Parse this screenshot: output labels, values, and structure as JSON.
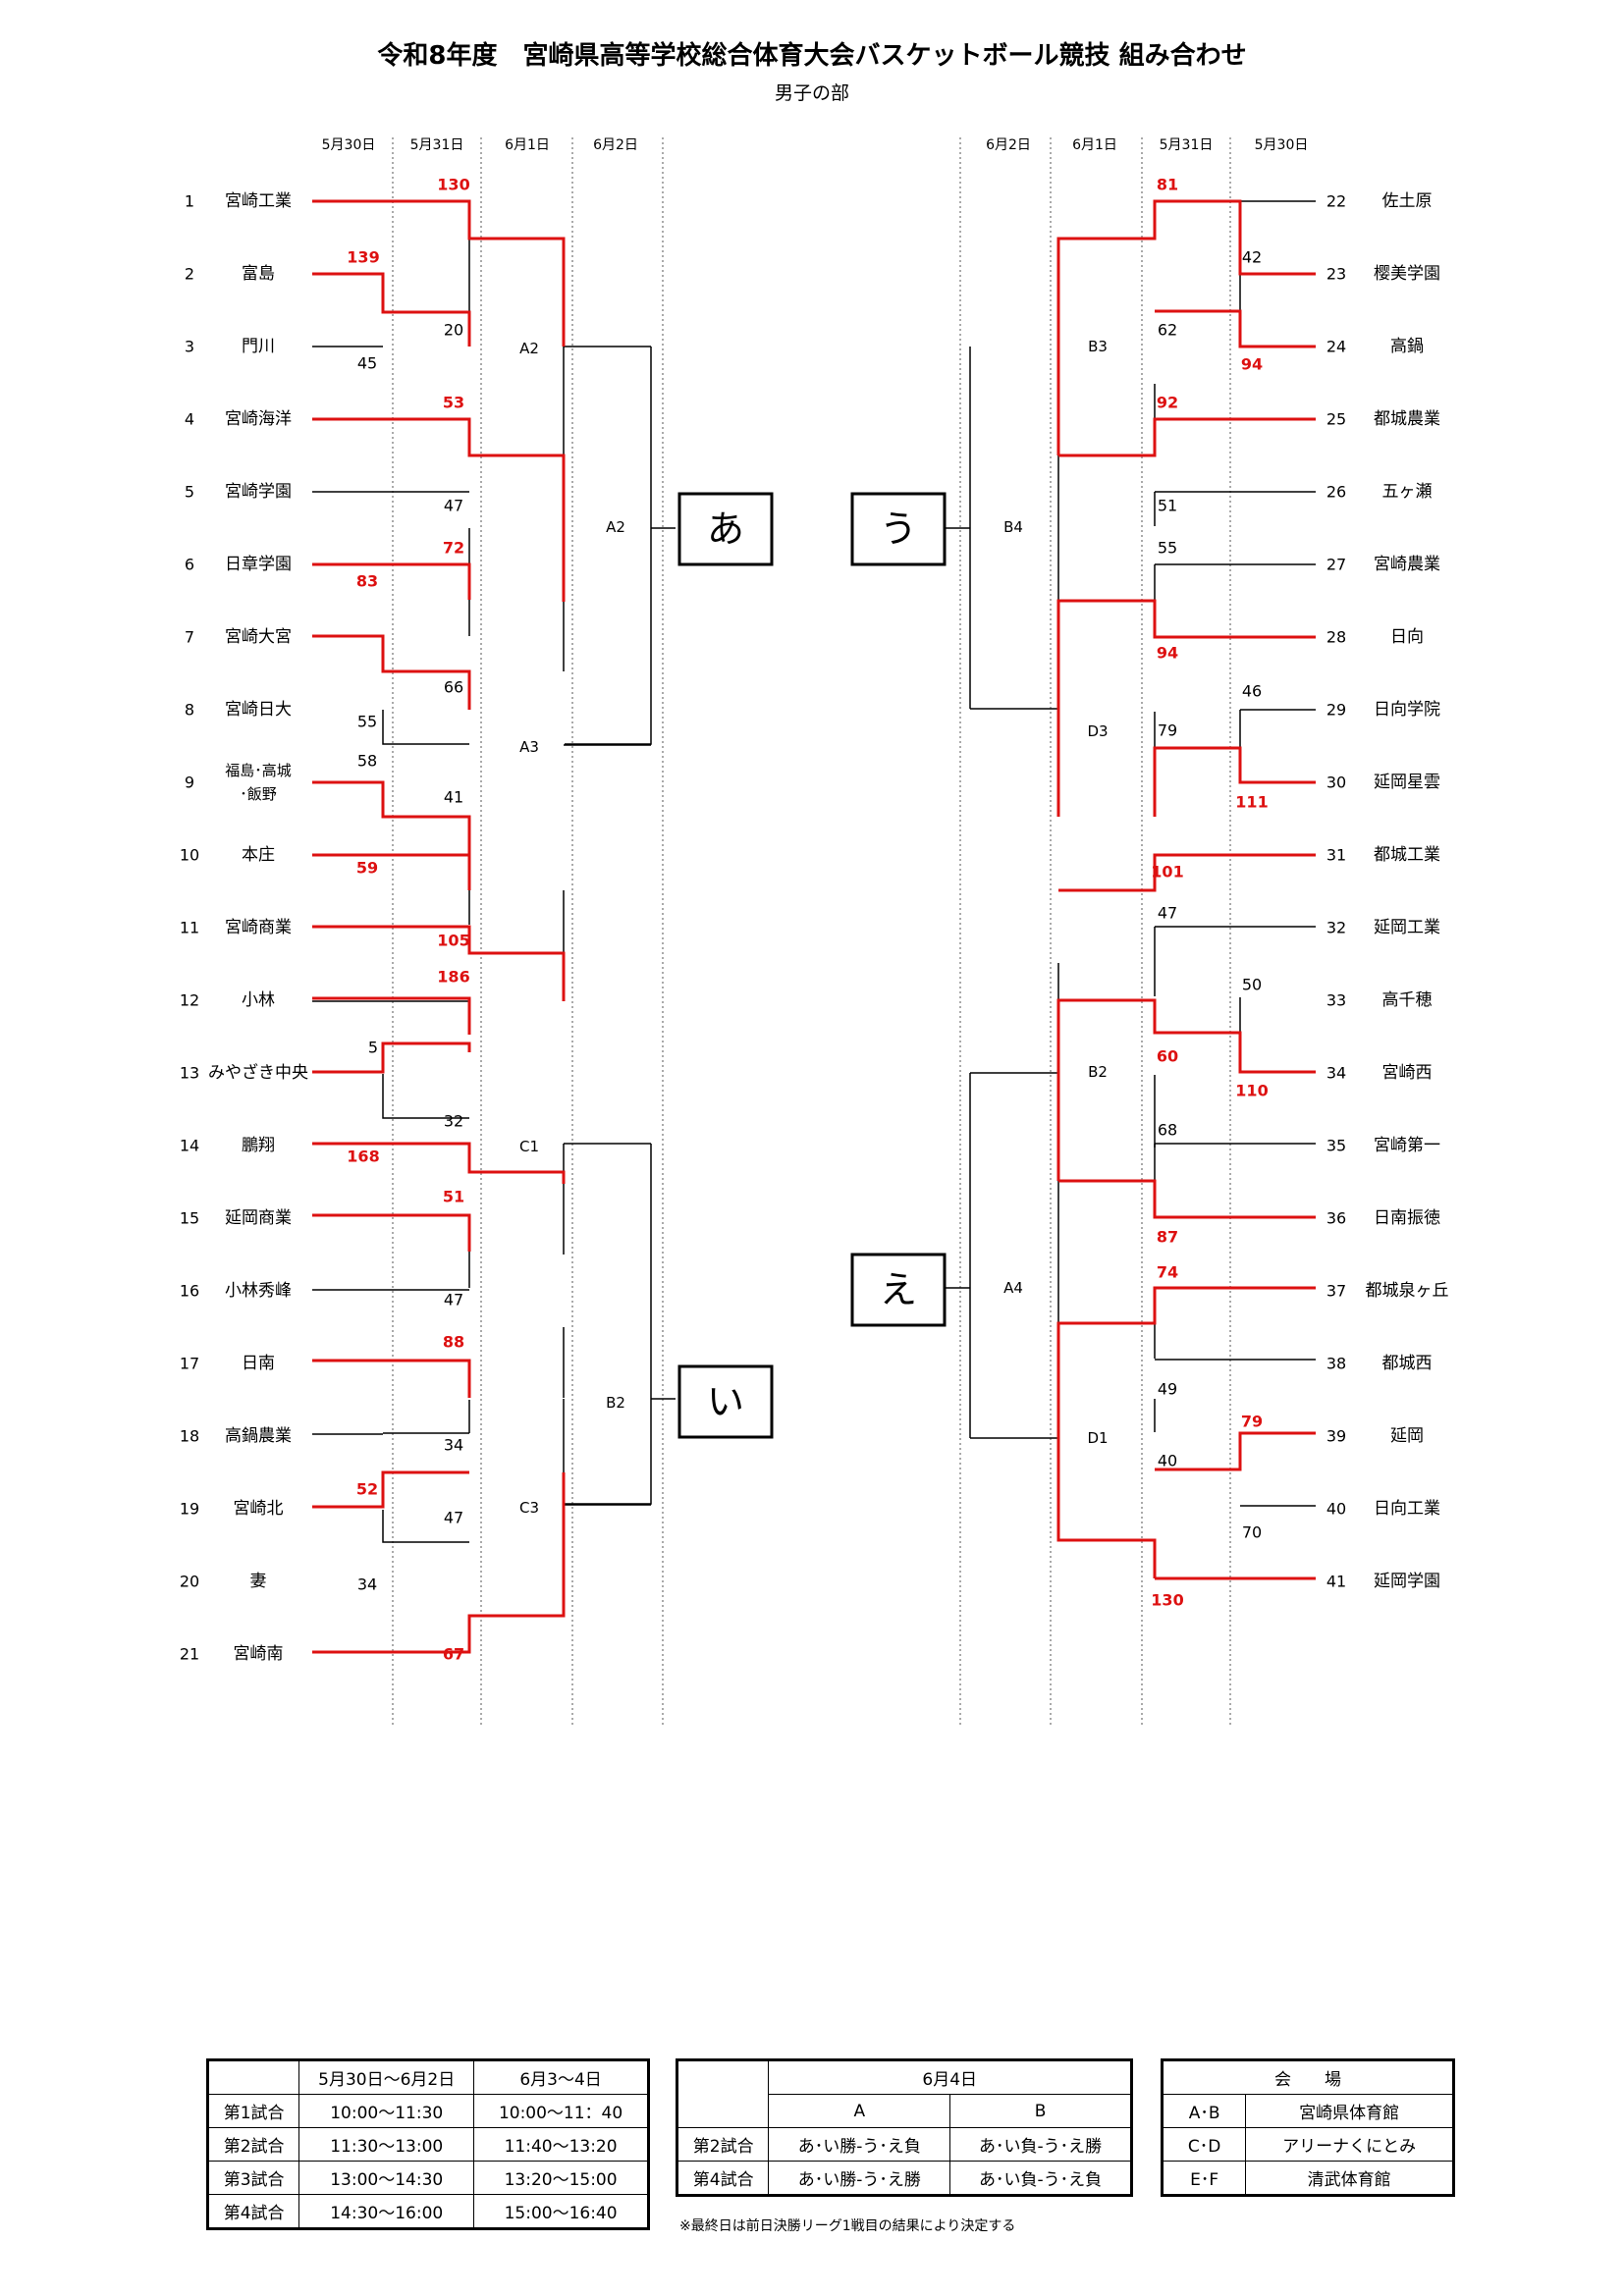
{
  "title": "令和8年度　宮崎県高等学校総合体育大会バスケットボール競技 組み合わせ",
  "subtitle": "男子の部",
  "left_dates": [
    "5月30日",
    "5月31日",
    "6月1日",
    "6月2日"
  ],
  "right_dates": [
    "6月2日",
    "6月1日",
    "5月31日",
    "5月30日"
  ],
  "left_teams": [
    {
      "no": "1",
      "name": "宮崎工業"
    },
    {
      "no": "2",
      "name": "富島"
    },
    {
      "no": "3",
      "name": "門川"
    },
    {
      "no": "4",
      "name": "宮崎海洋"
    },
    {
      "no": "5",
      "name": "宮崎学園"
    },
    {
      "no": "6",
      "name": "日章学園"
    },
    {
      "no": "7",
      "name": "宮崎大宮"
    },
    {
      "no": "8",
      "name": "宮崎日大"
    },
    {
      "no": "9",
      "name": "福島･高城",
      "name2": "･飯野"
    },
    {
      "no": "10",
      "name": "本庄"
    },
    {
      "no": "11",
      "name": "宮崎商業"
    },
    {
      "no": "12",
      "name": "小林"
    },
    {
      "no": "13",
      "name": "みやざき中央"
    },
    {
      "no": "14",
      "name": "鵬翔"
    },
    {
      "no": "15",
      "name": "延岡商業"
    },
    {
      "no": "16",
      "name": "小林秀峰"
    },
    {
      "no": "17",
      "name": "日南"
    },
    {
      "no": "18",
      "name": "高鍋農業"
    },
    {
      "no": "19",
      "name": "宮崎北"
    },
    {
      "no": "20",
      "name": "妻"
    },
    {
      "no": "21",
      "name": "宮崎南"
    }
  ],
  "right_teams": [
    {
      "no": "22",
      "name": "佐土原"
    },
    {
      "no": "23",
      "name": "樱美学園"
    },
    {
      "no": "24",
      "name": "高鍋"
    },
    {
      "no": "25",
      "name": "都城農業"
    },
    {
      "no": "26",
      "name": "五ヶ瀬"
    },
    {
      "no": "27",
      "name": "宮崎農業"
    },
    {
      "no": "28",
      "name": "日向"
    },
    {
      "no": "29",
      "name": "日向学院"
    },
    {
      "no": "30",
      "name": "延岡星雲"
    },
    {
      "no": "31",
      "name": "都城工業"
    },
    {
      "no": "32",
      "name": "延岡工業"
    },
    {
      "no": "33",
      "name": "高千穂"
    },
    {
      "no": "34",
      "name": "宮崎西"
    },
    {
      "no": "35",
      "name": "宮崎第一"
    },
    {
      "no": "36",
      "name": "日南振徳"
    },
    {
      "no": "37",
      "name": "都城泉ヶ丘"
    },
    {
      "no": "38",
      "name": "都城西"
    },
    {
      "no": "39",
      "name": "延岡"
    },
    {
      "no": "40",
      "name": "日向工業"
    },
    {
      "no": "41",
      "name": "延岡学園"
    }
  ],
  "scores": [
    {
      "v": "130",
      "w": true
    },
    {
      "v": "139",
      "w": true
    },
    {
      "v": "20",
      "w": false
    },
    {
      "v": "45",
      "w": false
    },
    {
      "v": "53",
      "w": true
    },
    {
      "v": "47",
      "w": false
    },
    {
      "v": "72",
      "w": true
    },
    {
      "v": "83",
      "w": true
    },
    {
      "v": "66",
      "w": false
    },
    {
      "v": "55",
      "w": false
    },
    {
      "v": "58",
      "w": false
    },
    {
      "v": "41",
      "w": false
    },
    {
      "v": "59",
      "w": true
    },
    {
      "v": "105",
      "w": true
    },
    {
      "v": "186",
      "w": true
    },
    {
      "v": "5",
      "w": false
    },
    {
      "v": "32",
      "w": false
    },
    {
      "v": "168",
      "w": true
    },
    {
      "v": "51",
      "w": true
    },
    {
      "v": "47",
      "w": false
    },
    {
      "v": "88",
      "w": true
    },
    {
      "v": "34",
      "w": false
    },
    {
      "v": "52",
      "w": true
    },
    {
      "v": "47",
      "w": false
    },
    {
      "v": "34",
      "w": false
    },
    {
      "v": "67",
      "w": true
    },
    {
      "v": "81",
      "w": true
    },
    {
      "v": "42",
      "w": false
    },
    {
      "v": "62",
      "w": false
    },
    {
      "v": "94",
      "w": true
    },
    {
      "v": "92",
      "w": true
    },
    {
      "v": "51",
      "w": false
    },
    {
      "v": "55",
      "w": false
    },
    {
      "v": "94",
      "w": true
    },
    {
      "v": "46",
      "w": false
    },
    {
      "v": "79",
      "w": false
    },
    {
      "v": "111",
      "w": true
    },
    {
      "v": "101",
      "w": true
    },
    {
      "v": "47",
      "w": false
    },
    {
      "v": "50",
      "w": false
    },
    {
      "v": "60",
      "w": true
    },
    {
      "v": "110",
      "w": true
    },
    {
      "v": "68",
      "w": false
    },
    {
      "v": "87",
      "w": true
    },
    {
      "v": "74",
      "w": true
    },
    {
      "v": "49",
      "w": false
    },
    {
      "v": "79",
      "w": true
    },
    {
      "v": "40",
      "w": false
    },
    {
      "v": "70",
      "w": false
    },
    {
      "v": "130",
      "w": true
    }
  ],
  "court_labels": [
    "A2",
    "A3",
    "C1",
    "C3",
    "A2",
    "B2",
    "B3",
    "B4",
    "D3",
    "B2",
    "A4",
    "D1"
  ],
  "groups": [
    "あ",
    "い",
    "う",
    "え"
  ],
  "final_league": {
    "boxes": [
      "あ",
      "う",
      "い",
      "え"
    ],
    "date_left": "6月3日",
    "date_right": "6月3日",
    "court_left": "A2",
    "court_right": "B2"
  },
  "schedule": {
    "headers": [
      "",
      "5月30日～6月2日",
      "6月3～4日"
    ],
    "rows": [
      [
        "第1試合",
        "10:00～11:30",
        "10:00～11：40"
      ],
      [
        "第2試合",
        "11:30～13:00",
        "11:40～13:20"
      ],
      [
        "第3試合",
        "13:00～14:30",
        "13:20～15:00"
      ],
      [
        "第4試合",
        "14:30～16:00",
        "15:00～16:40"
      ]
    ]
  },
  "final_day": {
    "date": "6月4日",
    "cols": [
      "A",
      "B"
    ],
    "rows": [
      [
        "第2試合",
        "あ･い勝-う･え負",
        "あ･い負-う･え勝"
      ],
      [
        "第4試合",
        "あ･い勝-う･え勝",
        "あ･い負-う･え負"
      ]
    ],
    "note": "※最終日は前日決勝リーグ1戦目の結果により決定する"
  },
  "venues": {
    "header": "会　　場",
    "rows": [
      [
        "A･B",
        "宮崎県体育館"
      ],
      [
        "C･D",
        "アリーナくにとみ"
      ],
      [
        "E･F",
        "清武体育館"
      ]
    ]
  },
  "colors": {
    "winner": "#dd1111",
    "line": "#000000"
  }
}
